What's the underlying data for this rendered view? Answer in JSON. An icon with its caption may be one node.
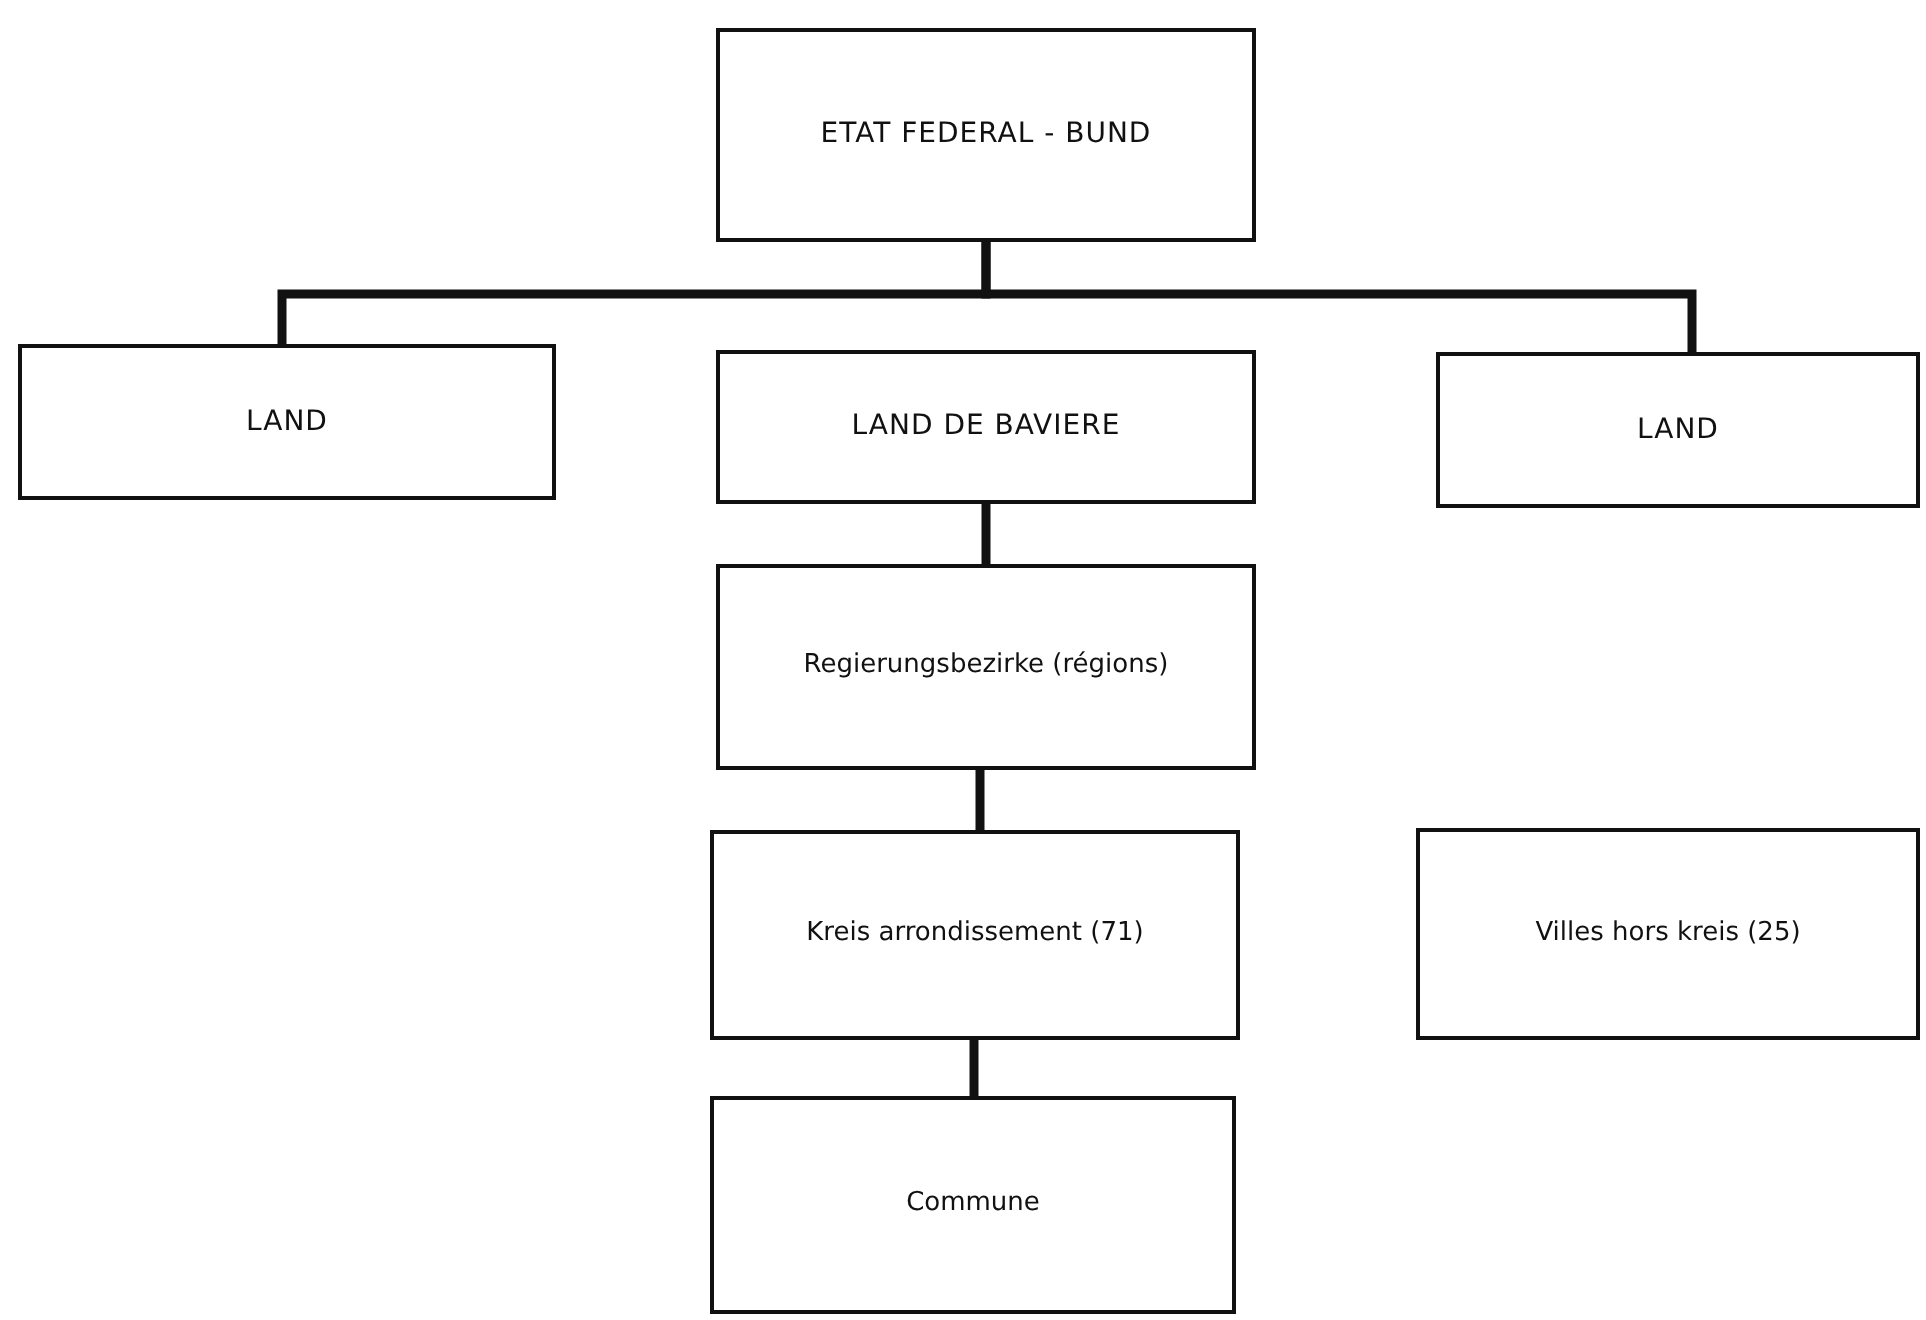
{
  "diagram": {
    "nodes": [
      {
        "text": [
          "ETAT FEDERAL - BUND"
        ]
      },
      {
        "text": [
          "LAND"
        ]
      },
      {
        "text": [
          "LAND DE BAVIERE"
        ]
      },
      {
        "text": [
          "LAND"
        ]
      },
      {
        "text": [
          "Regierungsbezirke (régions)"
        ]
      },
      {
        "text": [
          "Kreis arrondissement (71)"
        ]
      },
      {
        "text": [
          "Villes hors kreis (25)"
        ]
      },
      {
        "text": [
          "Commune"
        ]
      }
    ],
    "edges": [
      {
        "from": 0,
        "to": 1,
        "arrow": "none"
      },
      {
        "from": 0,
        "to": 3,
        "arrow": "none"
      },
      {
        "from": 2,
        "to": 4,
        "arrow": "none"
      },
      {
        "from": 4,
        "to": 5,
        "arrow": "none"
      },
      {
        "from": 5,
        "to": 7,
        "arrow": "none"
      }
    ]
  }
}
